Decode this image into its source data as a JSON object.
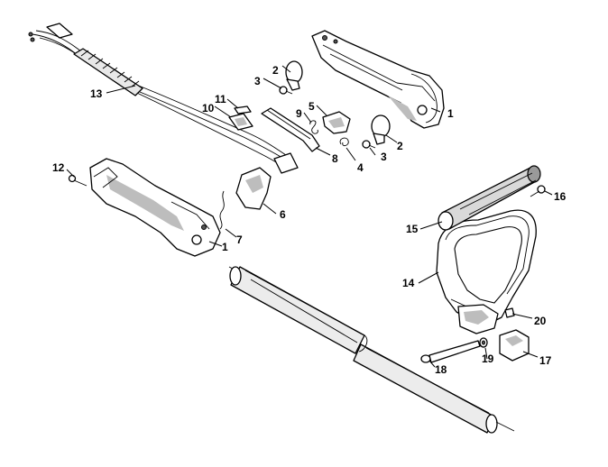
{
  "callouts": [
    "1",
    "1",
    "2",
    "2",
    "3",
    "3",
    "4",
    "5",
    "6",
    "7",
    "8",
    "9",
    "10",
    "11",
    "12",
    "13",
    "14",
    "15",
    "16",
    "17",
    "18",
    "19",
    "20"
  ],
  "icons": [
    "cable-harness",
    "control-handle-housing",
    "clamp",
    "screw",
    "spring",
    "trigger",
    "throttle-rod",
    "loop-handle",
    "grip-sleeve",
    "drive-tube",
    "bolt",
    "washer",
    "clamp-block"
  ]
}
